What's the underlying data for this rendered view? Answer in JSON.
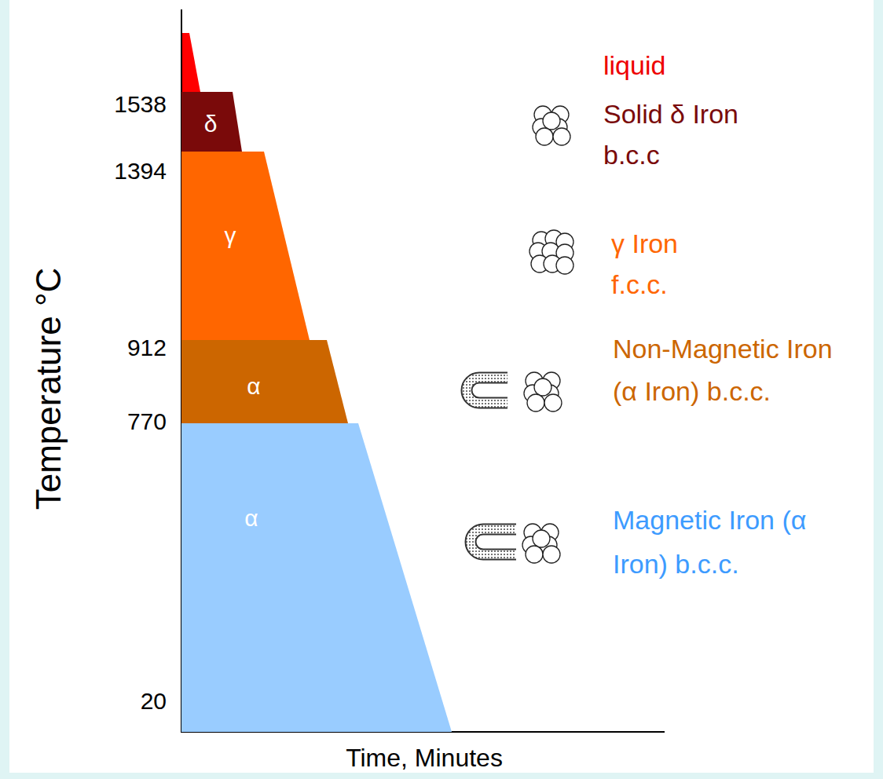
{
  "diagram": {
    "nodes": [
      {
        "text": [
          "δ"
        ]
      },
      {
        "text": [
          "γ"
        ]
      },
      {
        "text": [
          "α"
        ]
      },
      {
        "text": [
          "α"
        ]
      }
    ],
    "labels": [
      "Temperature °C",
      "1538",
      "1394",
      "912",
      "770",
      "20",
      "Time, Minutes",
      "liquid",
      "Solid δ Iron b.c.c",
      "γ Iron f.c.c.",
      "Non-Magnetic Iron (α Iron) b.c.c.",
      "Magnetic Iron (α Iron) b.c.c."
    ]
  }
}
